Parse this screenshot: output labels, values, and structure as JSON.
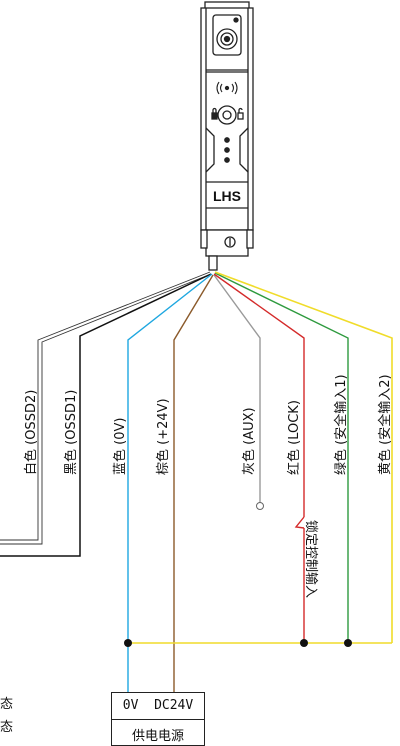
{
  "device": {
    "name_label": "LHS",
    "wireless_icon": "wireless-signal-icon",
    "lock_icon": "lock-icon"
  },
  "wires": [
    {
      "id": "white",
      "label": "白色 (OSSD2)",
      "color": "#ffffff"
    },
    {
      "id": "black",
      "label": "黑色 (OSSD1)",
      "color": "#111111"
    },
    {
      "id": "blue",
      "label": "蓝色 (0V)",
      "color": "#1ea7e0"
    },
    {
      "id": "brown",
      "label": "棕色 (+24V)",
      "color": "#8b5a2b"
    },
    {
      "id": "gray",
      "label": "灰色 (AUX)",
      "color": "#9a9a9a"
    },
    {
      "id": "red",
      "label": "红色 (LOCK)",
      "color": "#d42a2a"
    },
    {
      "id": "green",
      "label": "绿色 (安全输入1)",
      "color": "#2e9a3e"
    },
    {
      "id": "yellow",
      "label": "黄色 (安全输入2)",
      "color": "#f0dc2a"
    }
  ],
  "lock_input_label": "锁定控制输入",
  "power_supply": {
    "voltage_label": "0V  DC24V",
    "name_label": "供电电源"
  },
  "left_cut_text": [
    "态",
    "态"
  ]
}
